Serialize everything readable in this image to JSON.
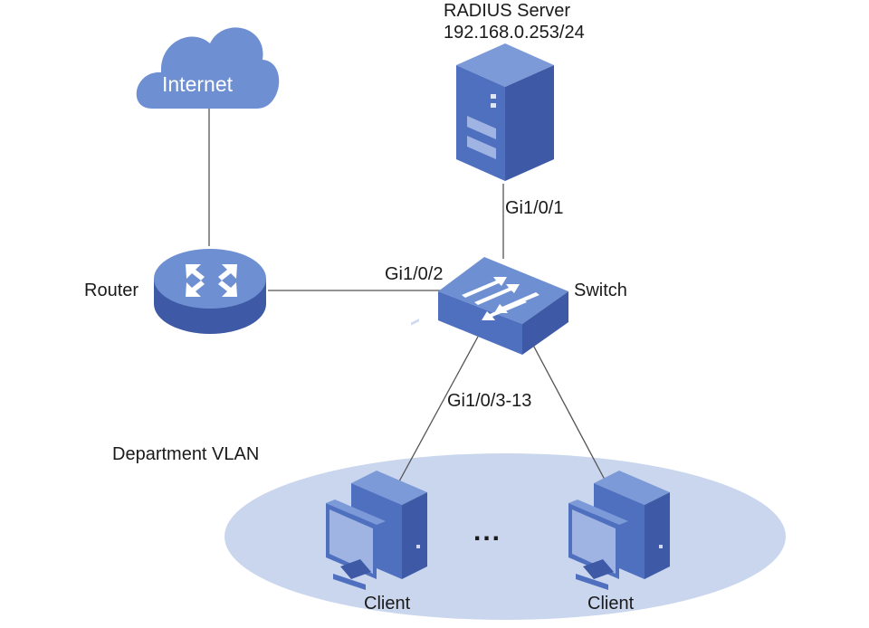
{
  "nodes": {
    "internet": {
      "label": "Internet"
    },
    "radius": {
      "label_line1": "RADIUS  Server",
      "label_line2": "192.168.0.253/24"
    },
    "router": {
      "label": "Router"
    },
    "switch": {
      "label": "Switch"
    },
    "vlan": {
      "label": "Department VLAN"
    },
    "clients": [
      {
        "label": "Client"
      },
      {
        "label": "Client"
      }
    ],
    "ellipsis": "..."
  },
  "links": {
    "server_port": "Gi1/0/1",
    "router_port": "Gi1/0/2",
    "clients_port": "Gi1/0/3-13"
  },
  "colors": {
    "device_top": "#6f8fd3",
    "device_front": "#4f6fbf",
    "device_side": "#3e5aa6",
    "vlan_fill": "#c9d6ee",
    "line": "#555555"
  }
}
